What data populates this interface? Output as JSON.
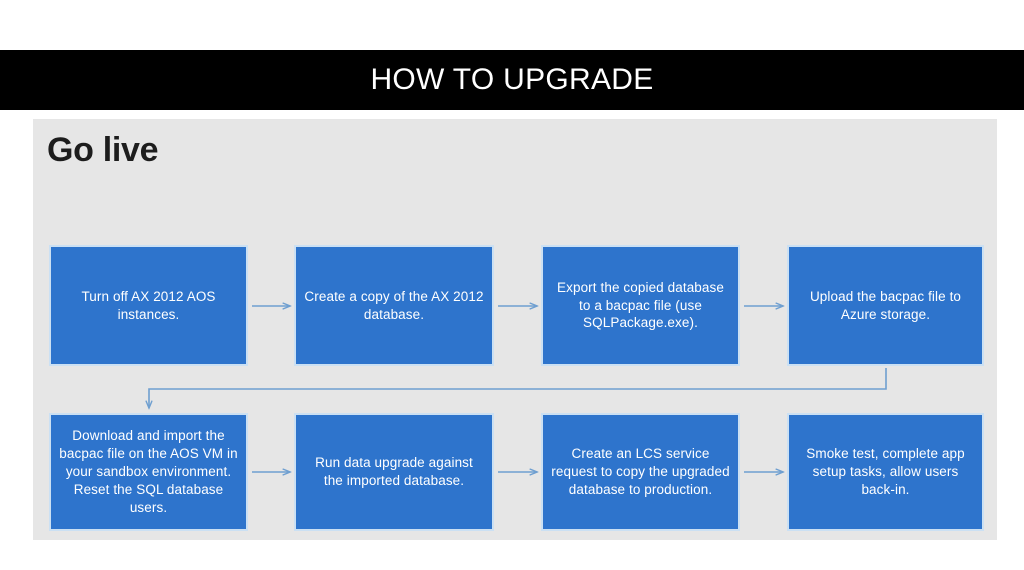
{
  "slide": {
    "title": "HOW TO UPGRADE",
    "panel_heading": "Go live",
    "colors": {
      "banner_background": "#000000",
      "banner_text": "#ffffff",
      "panel_background": "#e6e6e6",
      "node_fill": "#2e74cc",
      "node_border": "#cbe0f3",
      "node_text": "#ffffff",
      "connector": "#6f9fd0",
      "heading_text": "#1d1d1d"
    }
  },
  "diagram": {
    "type": "flowchart",
    "rows": 2,
    "columns": 4,
    "nodes": [
      {
        "id": "step-1",
        "row": 1,
        "col": 1,
        "label": "Turn off AX 2012 AOS instances."
      },
      {
        "id": "step-2",
        "row": 1,
        "col": 2,
        "label": "Create a copy of the AX 2012 database."
      },
      {
        "id": "step-3",
        "row": 1,
        "col": 3,
        "label": "Export the copied database to a bacpac file (use SQLPackage.exe)."
      },
      {
        "id": "step-4",
        "row": 1,
        "col": 4,
        "label": "Upload the bacpac file to Azure storage."
      },
      {
        "id": "step-5",
        "row": 2,
        "col": 1,
        "label": "Download and import the bacpac file on the AOS VM in your sandbox environment. Reset the SQL database users."
      },
      {
        "id": "step-6",
        "row": 2,
        "col": 2,
        "label": "Run data upgrade against the imported database."
      },
      {
        "id": "step-7",
        "row": 2,
        "col": 3,
        "label": "Create an LCS service request to copy the upgraded database to production."
      },
      {
        "id": "step-8",
        "row": 2,
        "col": 4,
        "label": "Smoke test, complete app setup tasks, allow users back-in."
      }
    ],
    "connectors": [
      {
        "from": "step-1",
        "to": "step-2",
        "kind": "arrow-right"
      },
      {
        "from": "step-2",
        "to": "step-3",
        "kind": "arrow-right"
      },
      {
        "from": "step-3",
        "to": "step-4",
        "kind": "arrow-right"
      },
      {
        "from": "step-4",
        "to": "step-5",
        "kind": "elbow-wrap-down"
      },
      {
        "from": "step-5",
        "to": "step-6",
        "kind": "arrow-right"
      },
      {
        "from": "step-6",
        "to": "step-7",
        "kind": "arrow-right"
      },
      {
        "from": "step-7",
        "to": "step-8",
        "kind": "arrow-right"
      }
    ]
  }
}
